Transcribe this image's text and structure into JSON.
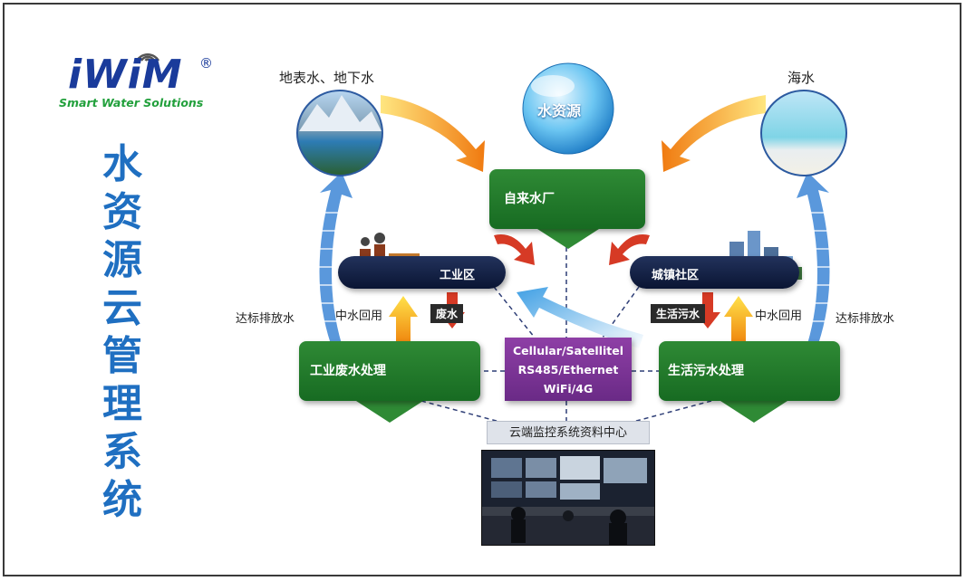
{
  "brand": {
    "logo": "iWiM",
    "registered": "®",
    "tagline": "Smart Water Solutions"
  },
  "title_chars": [
    "水",
    "资",
    "源",
    "云",
    "管",
    "理",
    "系",
    "统"
  ],
  "nodes": {
    "surface_water": "地表水、地下水",
    "sea_water": "海水",
    "water_resource": "水资源",
    "waterworks": "自来水厂",
    "industrial_zone": "工业区",
    "urban_community": "城镇社区",
    "industrial_wastewater": "工业废水处理",
    "domestic_sewage_treatment": "生活污水处理",
    "cloud_center": "云端监控系统资料中心"
  },
  "flow_labels": {
    "discharge_left": "达标排放水",
    "discharge_right": "达标排放水",
    "reclaimed_left": "中水回用",
    "reclaimed_right": "中水回用",
    "wastewater": "废水",
    "domestic_sewage": "生活污水"
  },
  "communication": [
    "Cellular/Satellitel",
    "RS485/Ethernet",
    "WiFi/4G"
  ],
  "colors": {
    "logo_blue": "#1a3b9b",
    "tagline_green": "#22a03c",
    "title_blue": "#1f6fc1",
    "node_green": "#1f7a2a",
    "zone_navy": "#101d40",
    "comm_purple": "#7c3597"
  }
}
